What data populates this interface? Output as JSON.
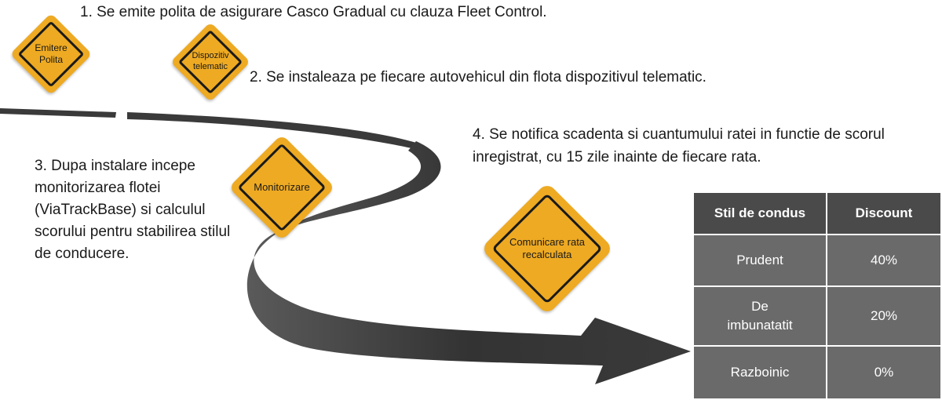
{
  "steps": {
    "step1": "1. Se emite polita de asigurare Casco Gradual cu clauza Fleet Control.",
    "step2": "2. Se instaleaza pe fiecare autovehicul din flota dispozitivul telematic.",
    "step3_lines": [
      "3. Dupa instalare incepe",
      "monitorizarea flotei",
      "(ViaTrackBase) si calculul",
      "scorului pentru stabilirea stilul",
      "de conducere."
    ],
    "step4_lines": [
      "4. Se notifica scadenta si cuantumului ratei in functie de scorul",
      "inregistrat, cu 15 zile inainte de fiecare rata."
    ]
  },
  "signs": {
    "emitere": [
      "Emitere",
      "Polita"
    ],
    "dispozitiv": [
      "Dispozitiv",
      "telematic"
    ],
    "monitorizare": [
      "Monitorizare"
    ],
    "comunicare": [
      "Comunicare rata",
      "recalculata"
    ]
  },
  "table": {
    "headers": [
      "Stil de condus",
      "Discount"
    ],
    "rows": [
      {
        "style_lines": [
          "Prudent"
        ],
        "discount": "40%"
      },
      {
        "style_lines": [
          "De",
          "imbunatatit"
        ],
        "discount": "20%"
      },
      {
        "style_lines": [
          "Razboinic"
        ],
        "discount": "0%"
      }
    ]
  },
  "colors": {
    "sign_fill": "#eeaa22",
    "sign_border": "#1a1a1a",
    "road": "#3a3a3a",
    "table_header": "#4a4a4a",
    "table_cell": "#6a6a6a"
  }
}
